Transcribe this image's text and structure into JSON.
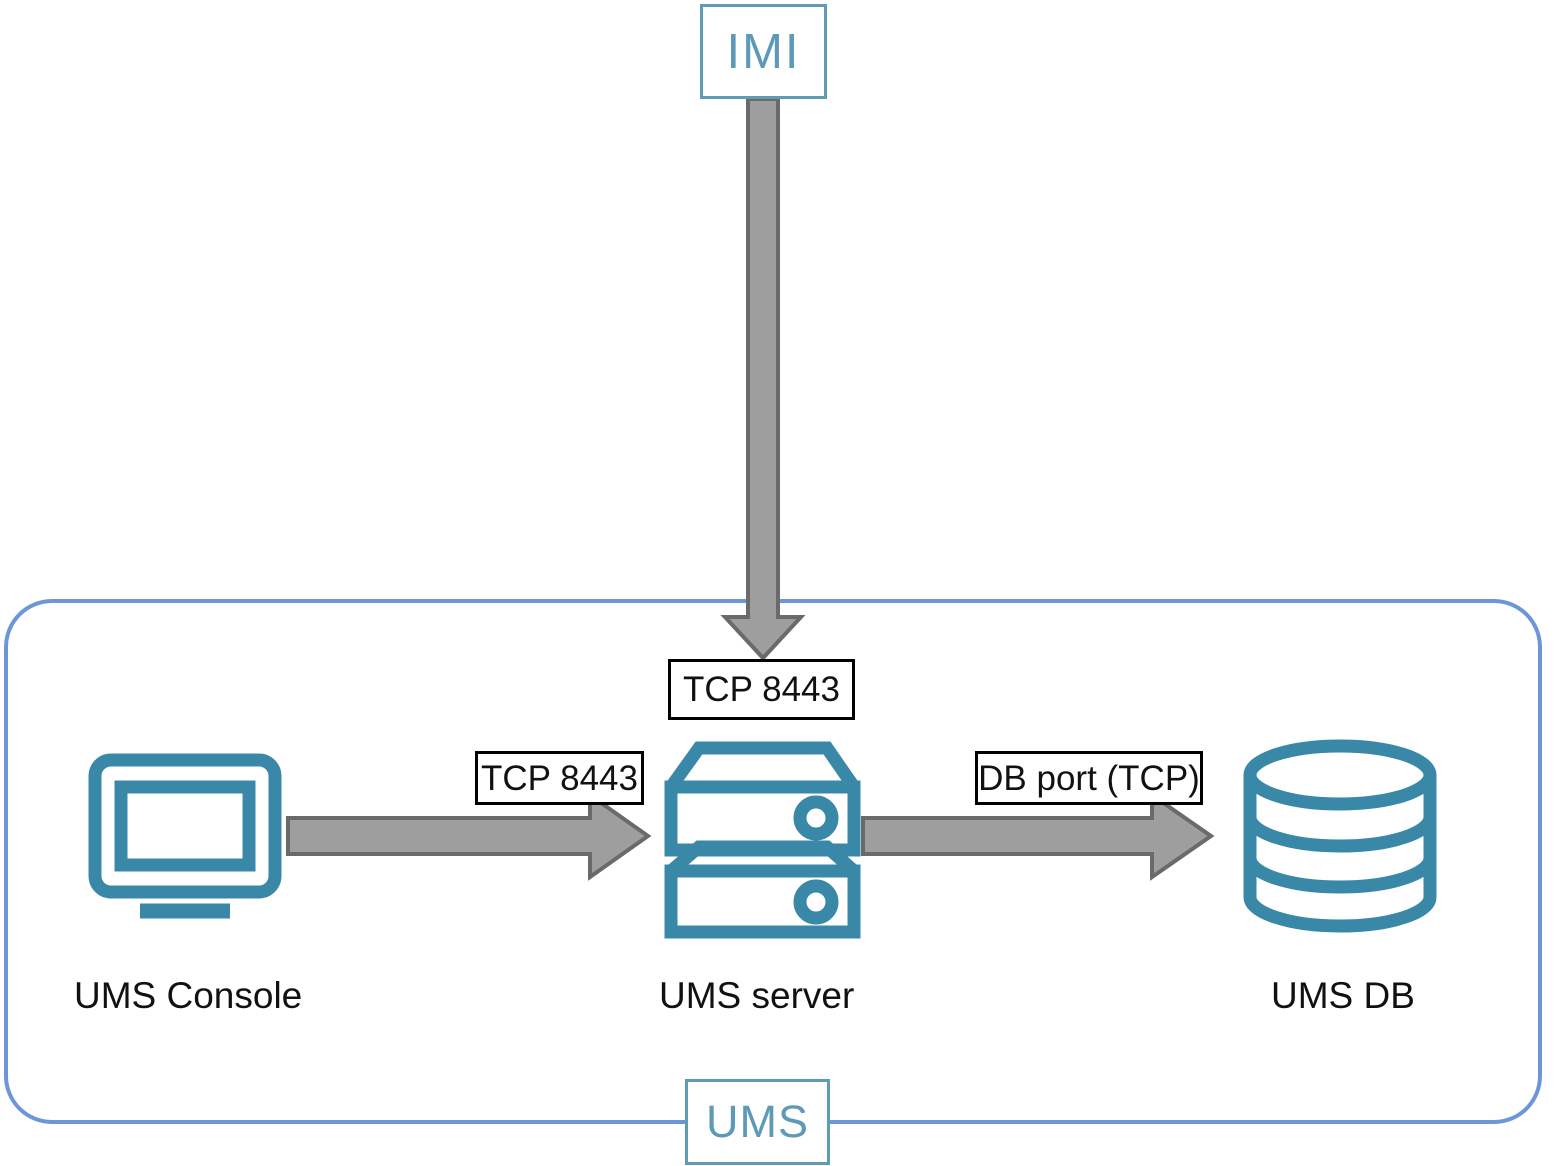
{
  "diagram": {
    "title": "UMS communication ports diagram",
    "colors": {
      "icon_teal": "#3a88a8",
      "zone_border_blue": "#6d96d8",
      "tag_border_blue": "#5f9bb5",
      "tag_text_blue": "#5d9ab8",
      "arrow_fill": "#9e9e9e",
      "arrow_outline": "#6a6a6a",
      "label_box_border": "#000000",
      "text_black": "#111111"
    },
    "zones": [
      {
        "name": "imi-zone",
        "label": "IMI"
      },
      {
        "name": "ums-zone",
        "label": "UMS"
      }
    ],
    "nodes": [
      {
        "name": "ums-console",
        "label": "UMS Console",
        "icon": "monitor-icon"
      },
      {
        "name": "ums-server",
        "label": "UMS server",
        "icon": "server-icon"
      },
      {
        "name": "ums-db",
        "label": "UMS DB",
        "icon": "database-icon"
      }
    ],
    "connections": [
      {
        "name": "imi-to-ums-server",
        "from": "IMI",
        "to": "UMS server",
        "label": "TCP 8443",
        "direction": "down"
      },
      {
        "name": "console-to-server",
        "from": "UMS Console",
        "to": "UMS server",
        "label": "TCP 8443",
        "direction": "right"
      },
      {
        "name": "server-to-db",
        "from": "UMS server",
        "to": "UMS DB",
        "label": "DB port (TCP)",
        "direction": "right"
      }
    ]
  }
}
